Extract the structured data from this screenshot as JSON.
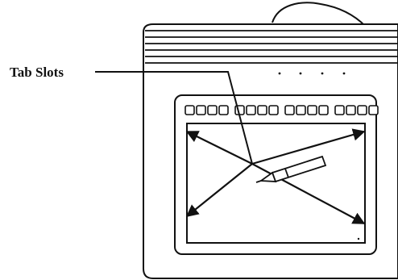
{
  "figure": {
    "callout_label": "Tab Slots",
    "tab_slot_groups": 4,
    "tab_slots_per_group": 4
  },
  "colors": {
    "ink": "#111111",
    "paper": "#ffffff"
  }
}
